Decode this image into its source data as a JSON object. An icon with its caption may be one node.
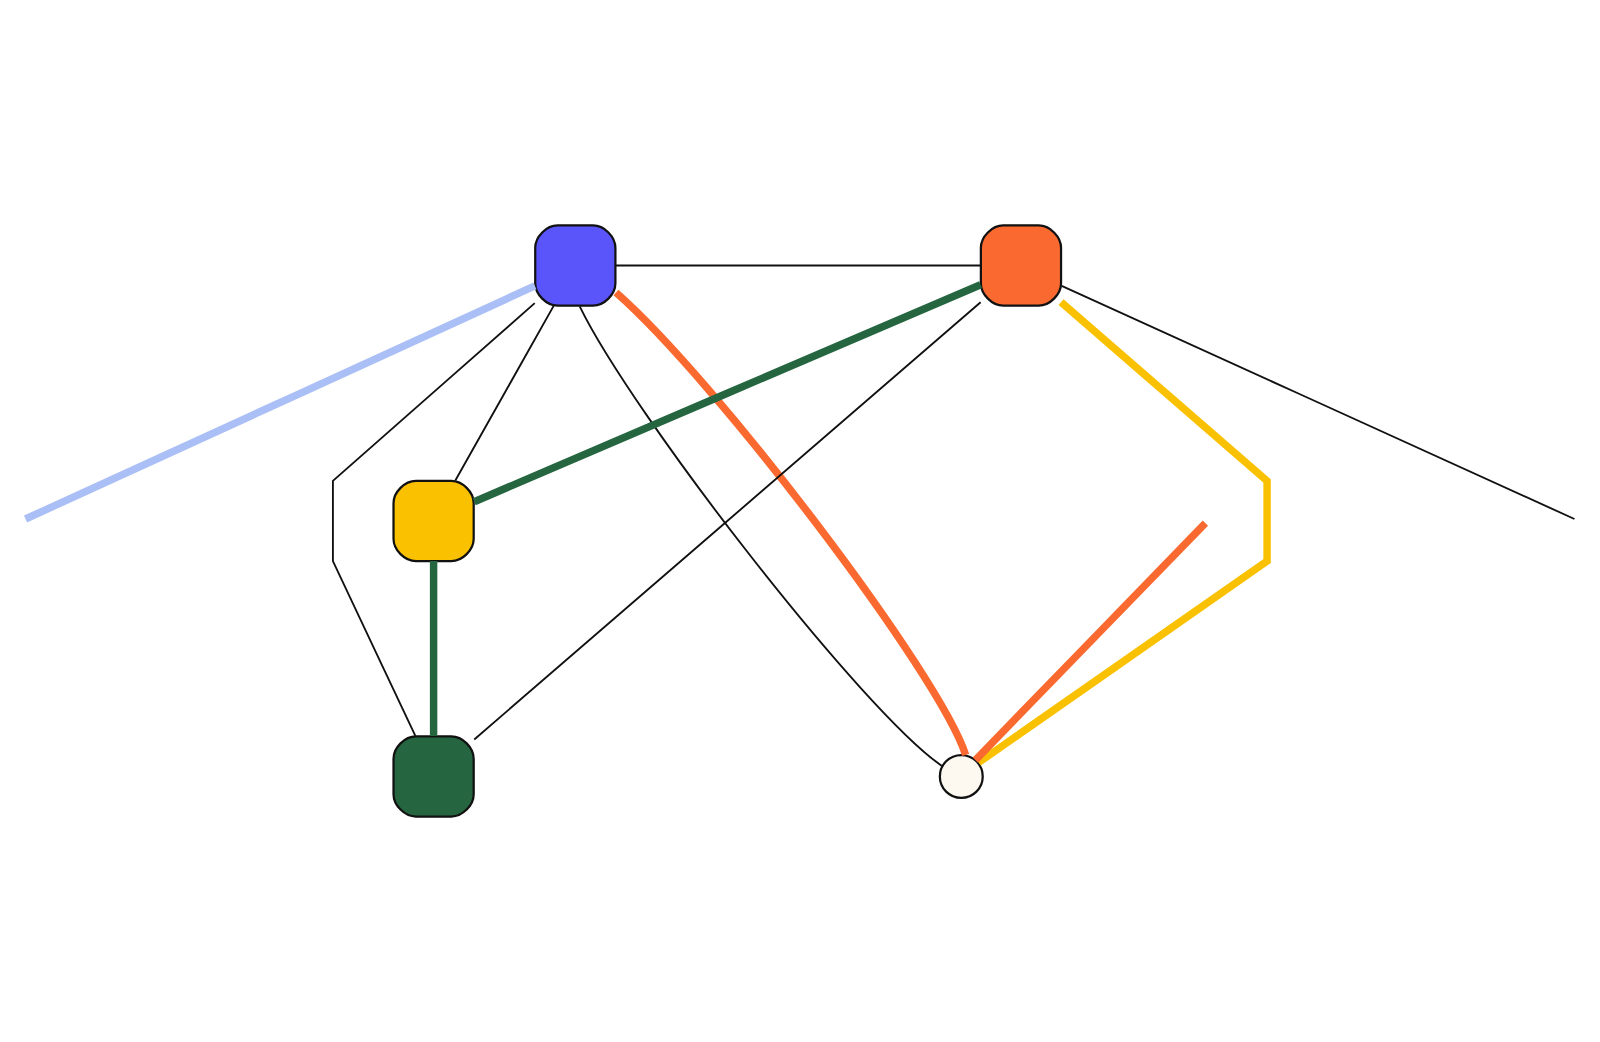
{
  "diagram": {
    "nodes": [
      {
        "text": [],
        "shape": "box"
      },
      {
        "text": [],
        "shape": "box"
      },
      {
        "text": [],
        "shape": "box"
      },
      {
        "text": [],
        "shape": "circle"
      },
      {
        "text": [],
        "shape": "box"
      }
    ],
    "edges": [
      {
        "from": 0,
        "to": 1,
        "arrow": "none"
      },
      {
        "from": 0,
        "to": 2,
        "arrow": "none"
      },
      {
        "from": 0,
        "to": 3,
        "arrow": "none"
      },
      {
        "from": 0,
        "to": 4,
        "arrow": "none"
      },
      {
        "from": 1,
        "to": 4,
        "arrow": "none"
      },
      {
        "from": 1,
        "to": null,
        "arrow": "none"
      },
      {
        "from": 0,
        "to": null,
        "arrow": "none",
        "style": "thick",
        "color": "#aabff5"
      },
      {
        "from": 0,
        "to": 3,
        "arrow": "none",
        "style": "thick",
        "color": "#fa6a30"
      },
      {
        "from": null,
        "to": 3,
        "arrow": "none",
        "style": "thick",
        "color": "#fa6a30"
      },
      {
        "from": 2,
        "to": 1,
        "arrow": "none",
        "style": "thick",
        "color": "#256640"
      },
      {
        "from": 2,
        "to": 4,
        "arrow": "none",
        "style": "thick",
        "color": "#256640"
      },
      {
        "from": 1,
        "to": 3,
        "arrow": "none",
        "style": "thick",
        "color": "#f9c100"
      }
    ]
  }
}
